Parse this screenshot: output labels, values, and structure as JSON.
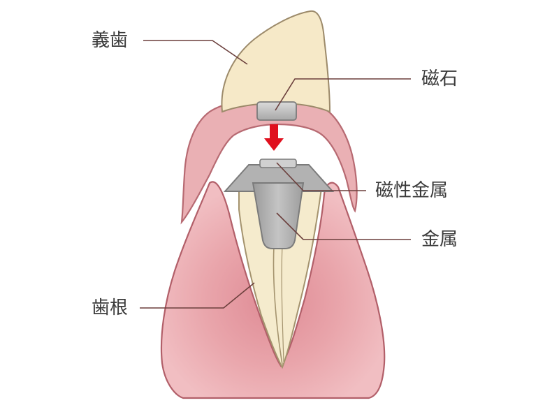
{
  "labels": {
    "denture": "義歯",
    "magnet": "磁石",
    "magnetic_metal": "磁性金属",
    "metal": "金属",
    "tooth_root": "歯根"
  },
  "colors": {
    "denture_tooth_fill": "#f6e9c8",
    "denture_tooth_stroke": "#9c8a6a",
    "denture_gum_fill": "#eab0b4",
    "denture_gum_stroke": "#b76a72",
    "gum_fill": "#eeb4b9",
    "gum_center": "#df8b95",
    "gum_stroke": "#b25f69",
    "root_fill": "#f5ebcd",
    "root_stroke": "#a4936e",
    "metal_fill": "#a9a9a9",
    "metal_stroke": "#7b7b7b",
    "arrow": "#e0101e",
    "leader_line": "#6b3f3c",
    "text": "#3a3a3a"
  },
  "icons": {
    "arrow": "arrow-down-icon"
  }
}
